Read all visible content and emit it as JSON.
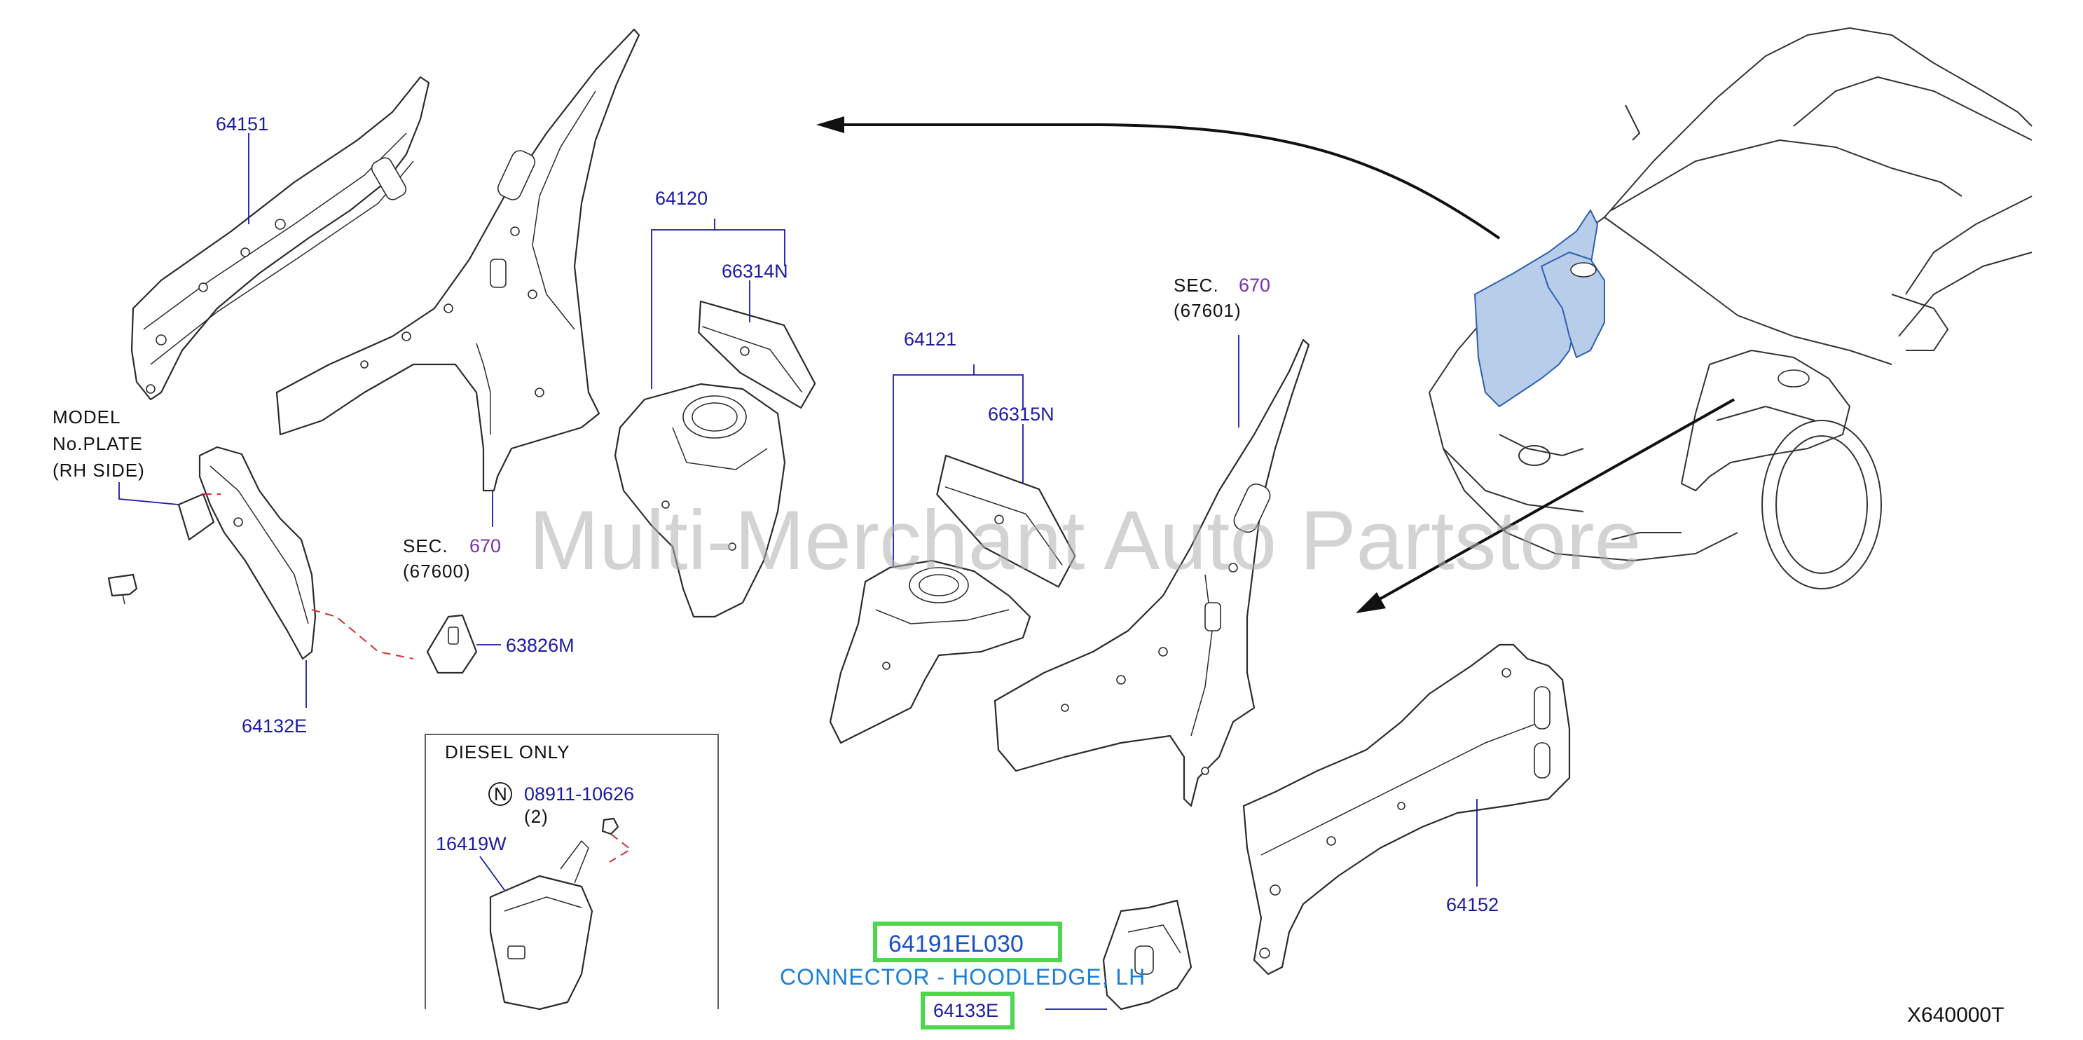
{
  "labels": {
    "p64151": "64151",
    "p64120": "64120",
    "p66314N": "66314N",
    "p64121": "64121",
    "p66315N": "66315N",
    "sec_left_prefix": "SEC.",
    "sec_left_num": "670",
    "sec_left_sub": "(67600)",
    "sec_right_prefix": "SEC.",
    "sec_right_num": "670",
    "sec_right_sub": "(67601)",
    "model_line1": "MODEL",
    "model_line2": "No.PLATE",
    "model_line3": "(RH   SIDE)",
    "p63826M": "63826M",
    "p64132E": "64132E",
    "diesel_only": "DIESEL   ONLY",
    "nut_symbol": "N",
    "p08911": "08911-10626",
    "qty_2": "(2)",
    "p16419W": "16419W",
    "p64152": "64152",
    "highlight_part": "64191EL030",
    "highlight_desc": "CONNECTOR - HOODLEDGE, LH",
    "highlight_ref": "64133E",
    "diagram_code": "X640000T"
  },
  "watermark": "Multi-Merchant Auto Partstore",
  "colors": {
    "part_number": "#1a1aa6",
    "section_number": "#7a2fa8",
    "highlight_border": "#4fd64f",
    "highlight_text": "#1a50c8",
    "description_text": "#1a7fd6",
    "dashed_leader": "#d03030",
    "vehicle_highlight": "#b8cdea"
  }
}
